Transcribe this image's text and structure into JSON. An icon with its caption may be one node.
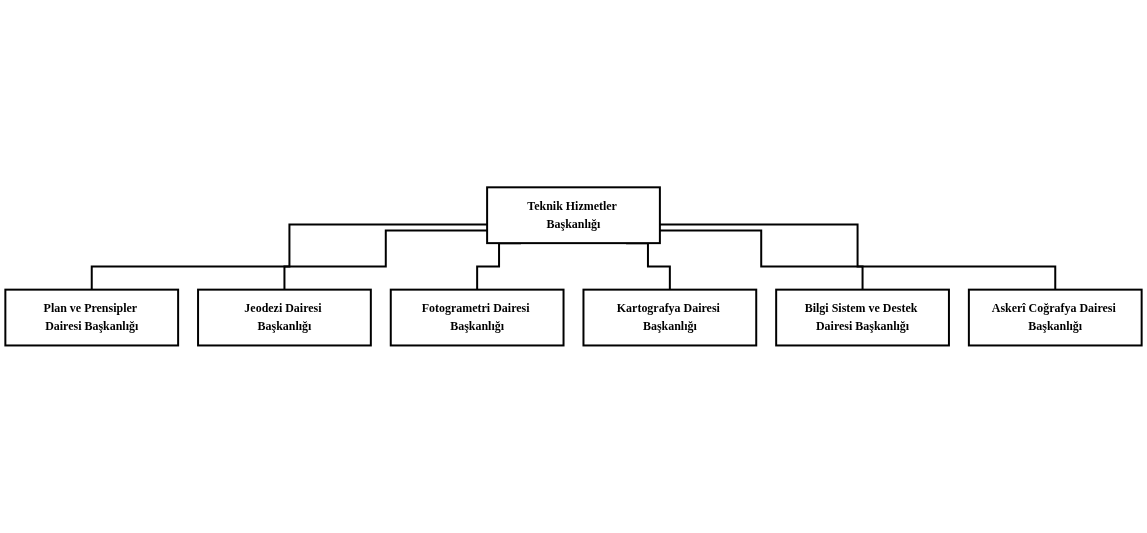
{
  "diagram": {
    "nodes": [
      {
        "text": [
          "Teknik Hizmetler Başkanlığı"
        ]
      },
      {
        "text": [
          "Plan ve Prensipler Dairesi Başkanlığı"
        ]
      },
      {
        "text": [
          "Jeodezi Dairesi Başkanlığı"
        ]
      },
      {
        "text": [
          "Fotogrametri Dairesi Başkanlığı"
        ]
      },
      {
        "text": [
          "Kartografya Dairesi Başkanlığı"
        ]
      },
      {
        "text": [
          "Bilgi Sistem ve Destek Dairesi Başkanlığı"
        ]
      },
      {
        "text": [
          "Askerî Coğrafya Dairesi Başkanlığı"
        ]
      }
    ],
    "edges": [
      {
        "from": 0,
        "to": 1,
        "arrow": "none"
      },
      {
        "from": 0,
        "to": 2,
        "arrow": "none"
      },
      {
        "from": 0,
        "to": 3,
        "arrow": "none"
      },
      {
        "from": 0,
        "to": 4,
        "arrow": "none"
      },
      {
        "from": 0,
        "to": 5,
        "arrow": "none"
      },
      {
        "from": 0,
        "to": 6,
        "arrow": "none"
      }
    ]
  }
}
